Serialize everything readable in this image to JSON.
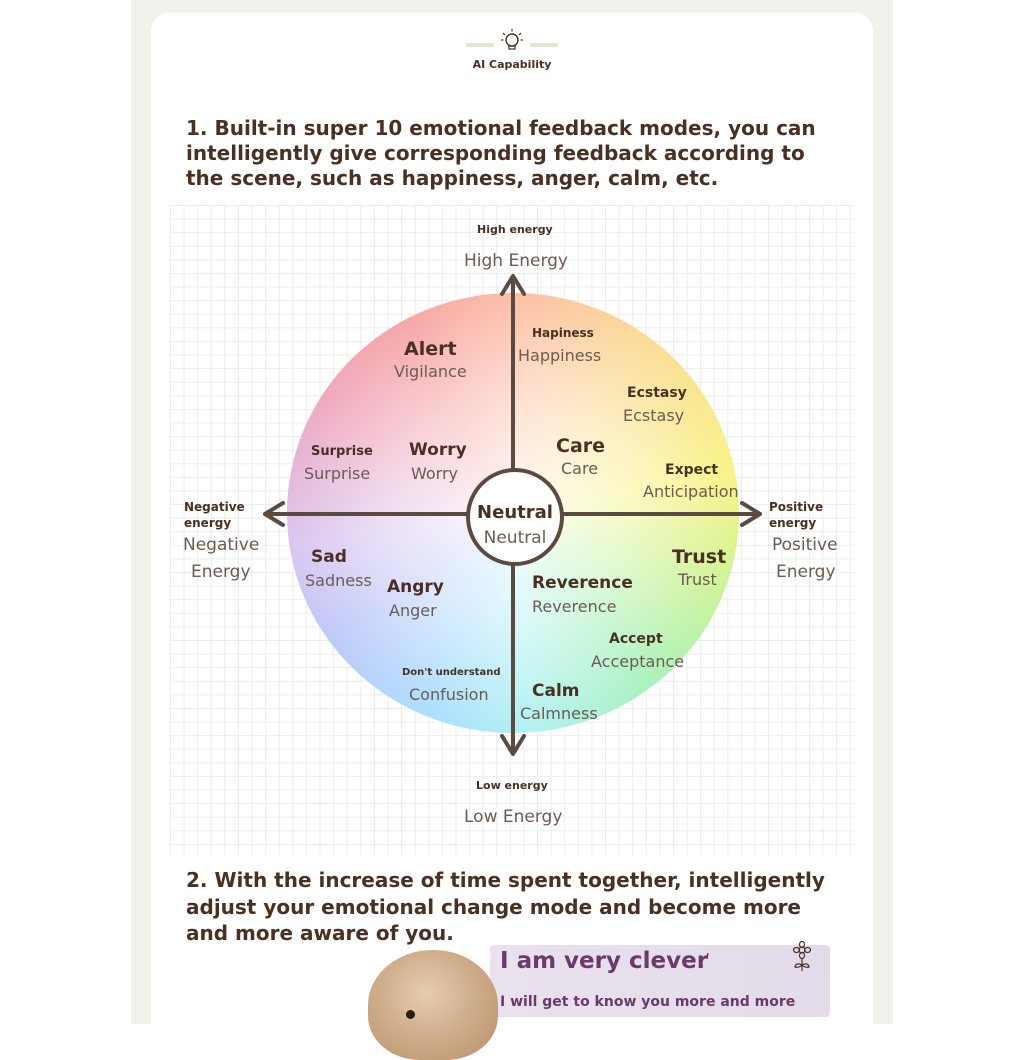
{
  "header": {
    "caption": "AI Capability"
  },
  "heading1": "1. Built-in super 10 emotional feedback modes, you can intelligently give corresponding feedback according to the scene, such as happiness, anger, calm, etc.",
  "heading2": "2. With the increase of time spent together, intelligently adjust your emotional change mode and become more and more aware of you.",
  "axes": {
    "top_small": "High energy",
    "top_large": "High Energy",
    "bottom_small": "Low energy",
    "bottom_large": "Low Energy",
    "left_small_1": "Negative",
    "left_small_2": "energy",
    "left_large_1": "Negative",
    "left_large_2": "Energy",
    "right_small_1": "Positive",
    "right_small_2": "energy",
    "right_large_1": "Positive",
    "right_large_2": "Energy"
  },
  "center": {
    "label": "Neutral",
    "sublabel": "Neutral"
  },
  "emotions": {
    "alert": {
      "label": "Alert",
      "sublabel": "Vigilance"
    },
    "happiness": {
      "label": "Hapiness",
      "sublabel": "Happiness"
    },
    "ecstasy": {
      "label": "Ecstasy",
      "sublabel": "Ecstasy"
    },
    "care": {
      "label": "Care",
      "sublabel": "Care"
    },
    "expect": {
      "label": "Expect",
      "sublabel": "Anticipation"
    },
    "surprise": {
      "label": "Surprise",
      "sublabel": "Surprise"
    },
    "worry": {
      "label": "Worry",
      "sublabel": "Worry"
    },
    "sad": {
      "label": "Sad",
      "sublabel": "Sadness"
    },
    "angry": {
      "label": "Angry",
      "sublabel": "Anger"
    },
    "dont_understand": {
      "label": "Don't understand",
      "sublabel": "Confusion"
    },
    "trust": {
      "label": "Trust",
      "sublabel": "Trust"
    },
    "reverence": {
      "label": "Reverence",
      "sublabel": "Reverence"
    },
    "accept": {
      "label": "Accept",
      "sublabel": "Acceptance"
    },
    "calm": {
      "label": "Calm",
      "sublabel": "Calmness"
    }
  },
  "banner": {
    "title": "I am very clever",
    "subtitle": "I will get to know you more and more"
  },
  "colors": {
    "text": "#4a3023",
    "axis": "#5b4a42",
    "accent": "#6a3a6b"
  }
}
